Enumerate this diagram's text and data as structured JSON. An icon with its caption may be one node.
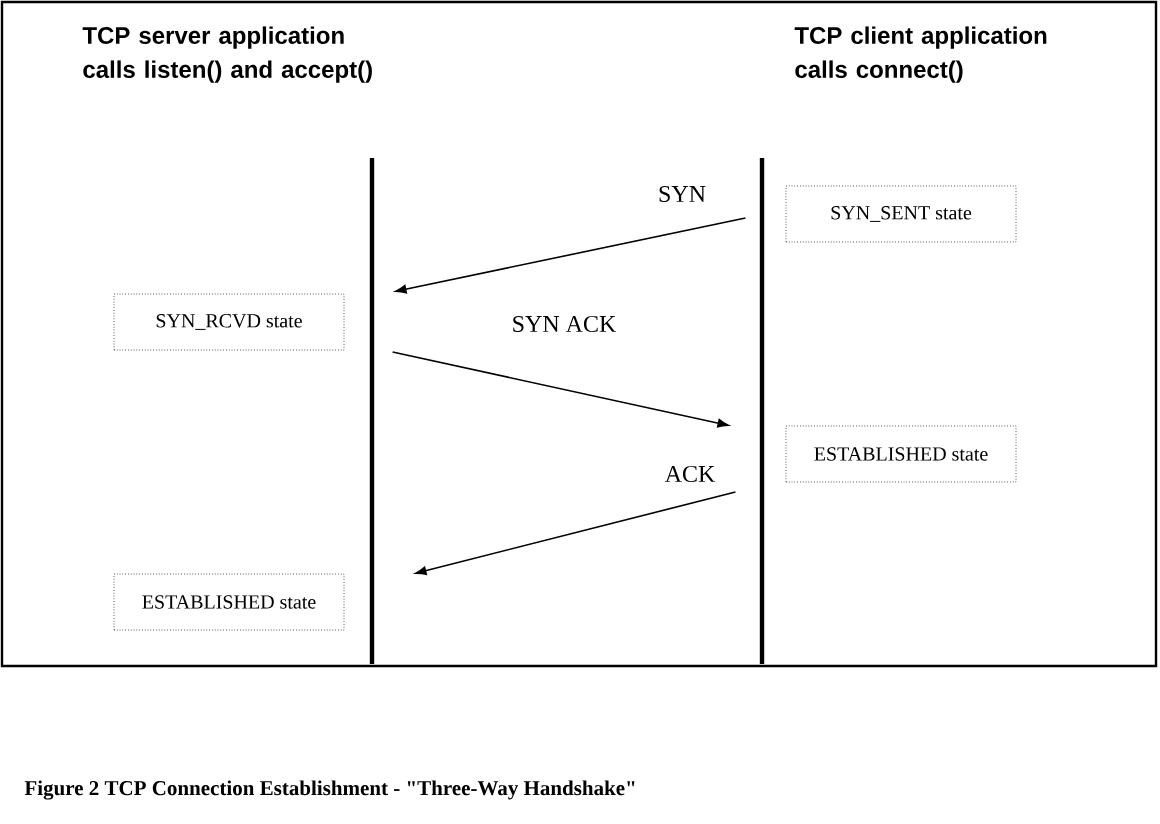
{
  "diagram": {
    "caption": "Figure 2 TCP Connection Establishment - \"Three-Way Handshake\"",
    "nodes": [
      {
        "text": [],
        "shape": "bar"
      },
      {
        "text": [],
        "shape": "bar"
      },
      {
        "text": [
          "SYN_SENT state"
        ]
      },
      {
        "text": [
          "SYN_RCVD state"
        ]
      },
      {
        "text": [
          "ESTABLISHED state"
        ]
      },
      {
        "text": [
          "ESTABLISHED state"
        ]
      }
    ],
    "edges": [
      {
        "from": 1,
        "to": 0,
        "arrow": "to",
        "label": "SYN"
      },
      {
        "from": 0,
        "to": 1,
        "arrow": "to",
        "label": "SYN ACK"
      },
      {
        "from": 1,
        "to": 0,
        "arrow": "to",
        "label": "ACK"
      }
    ],
    "labels": [
      "TCP server application calls listen() and accept()",
      "TCP client application calls connect()"
    ]
  }
}
